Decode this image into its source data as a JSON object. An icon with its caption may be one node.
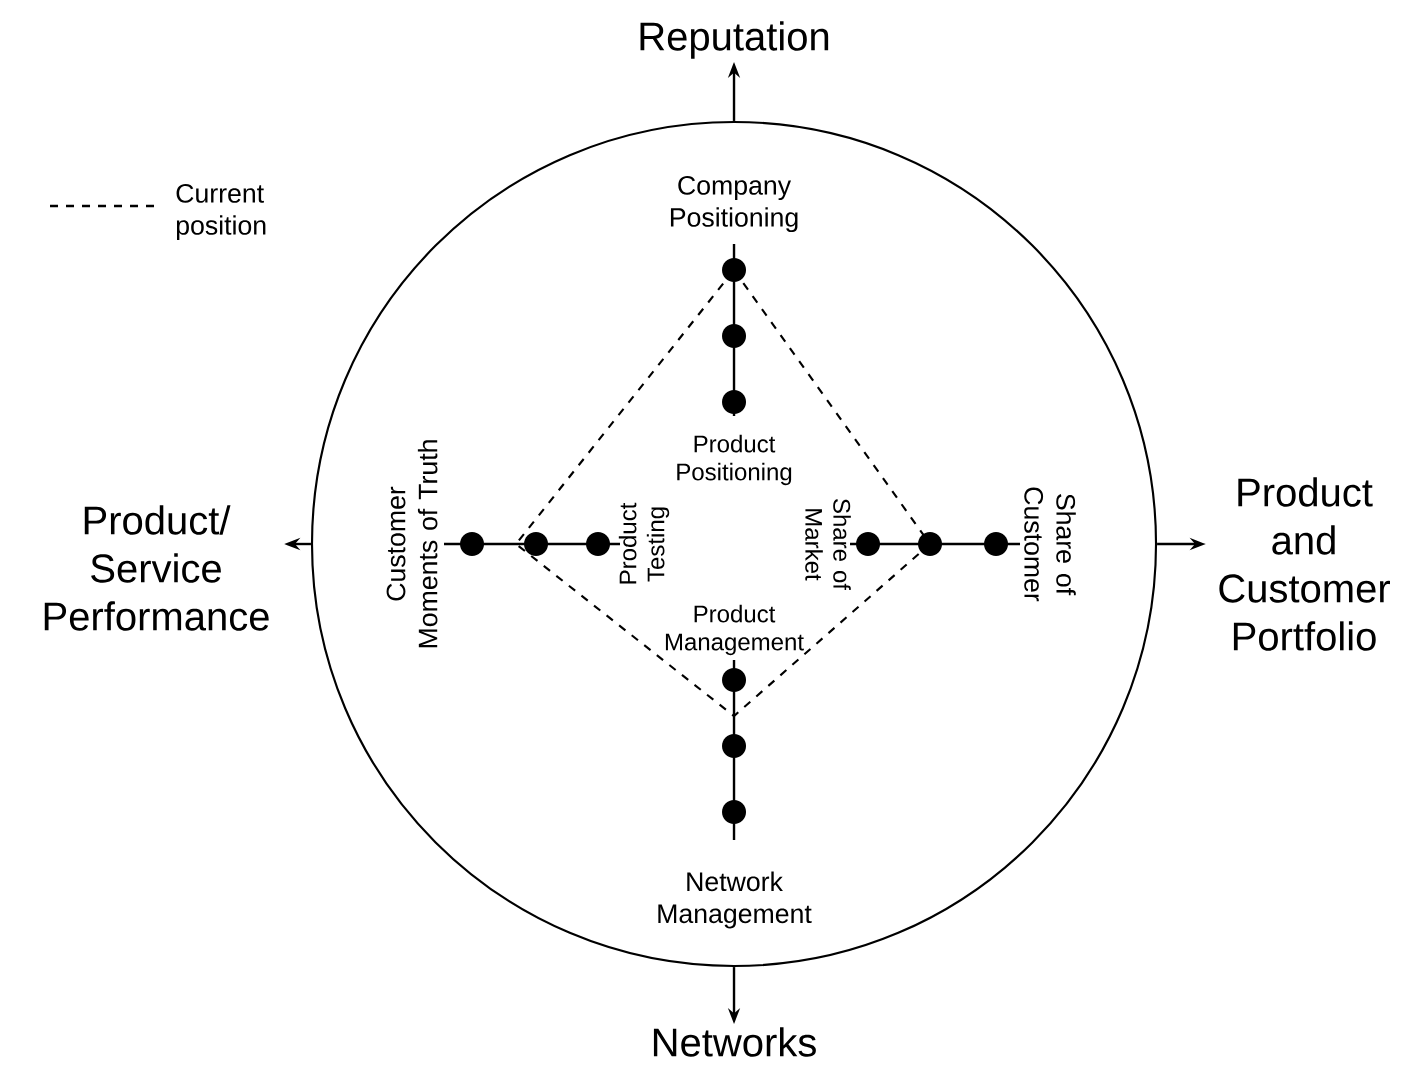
{
  "diagram": {
    "nodes": [
      {
        "text": [],
        "shape": "circle"
      },
      {
        "text": [
          "Reputation"
        ]
      },
      {
        "text": [
          "Product/ Service Performance"
        ]
      },
      {
        "text": [
          "Product and Customer Portfolio"
        ]
      },
      {
        "text": [
          "Networks"
        ]
      }
    ],
    "edges": [
      {
        "from": 0,
        "to": 1,
        "arrow": "to"
      },
      {
        "from": 0,
        "to": 2,
        "arrow": "to"
      },
      {
        "from": 0,
        "to": 3,
        "arrow": "to"
      },
      {
        "from": 0,
        "to": 4,
        "arrow": "to"
      }
    ],
    "labels": [
      "Company Positioning",
      "Product Positioning",
      "Customer Moments of Truth",
      "Product Testing",
      "Share of Market",
      "Share of Customer",
      "Product Management",
      "Network Management"
    ],
    "legend": [
      {
        "text": "Current position"
      }
    ]
  }
}
